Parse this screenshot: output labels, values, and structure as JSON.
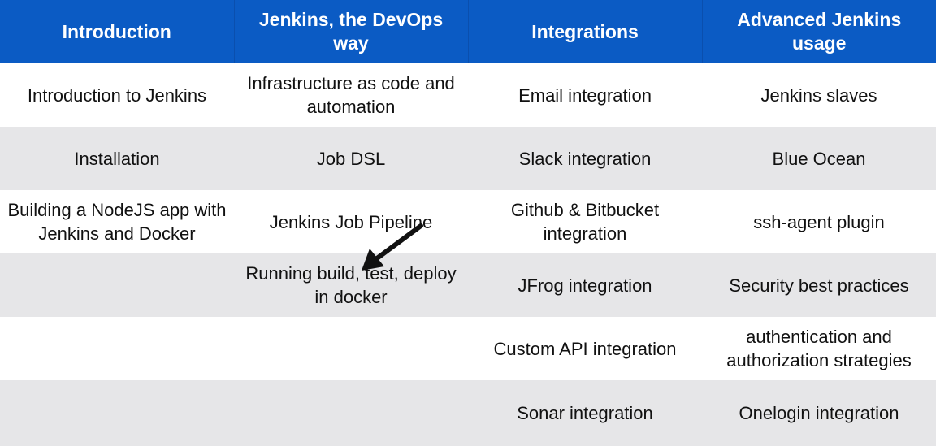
{
  "headers": [
    "Introduction",
    "Jenkins, the DevOps way",
    "Integrations",
    "Advanced Jenkins usage"
  ],
  "rows": [
    [
      "Introduction to Jenkins",
      "Infrastructure as code and automation",
      "Email integration",
      "Jenkins slaves"
    ],
    [
      "Installation",
      "Job DSL",
      "Slack integration",
      "Blue Ocean"
    ],
    [
      "Building a NodeJS app with Jenkins and Docker",
      "Jenkins Job Pipeline",
      "Github & Bitbucket integration",
      "ssh-agent plugin"
    ],
    [
      "",
      "Running build, test, deploy in docker",
      "JFrog integration",
      "Security best practices"
    ],
    [
      "",
      "",
      "Custom API integration",
      "authentication and authorization strategies"
    ],
    [
      "",
      "",
      "Sonar integration",
      "Onelogin integration"
    ]
  ],
  "colors": {
    "header_bg": "#0b5bc4",
    "header_text": "#ffffff",
    "stripe_bg": "#e6e6e8",
    "body_text": "#111111"
  },
  "icons": {
    "pointer": "arrow-pointer-icon"
  }
}
